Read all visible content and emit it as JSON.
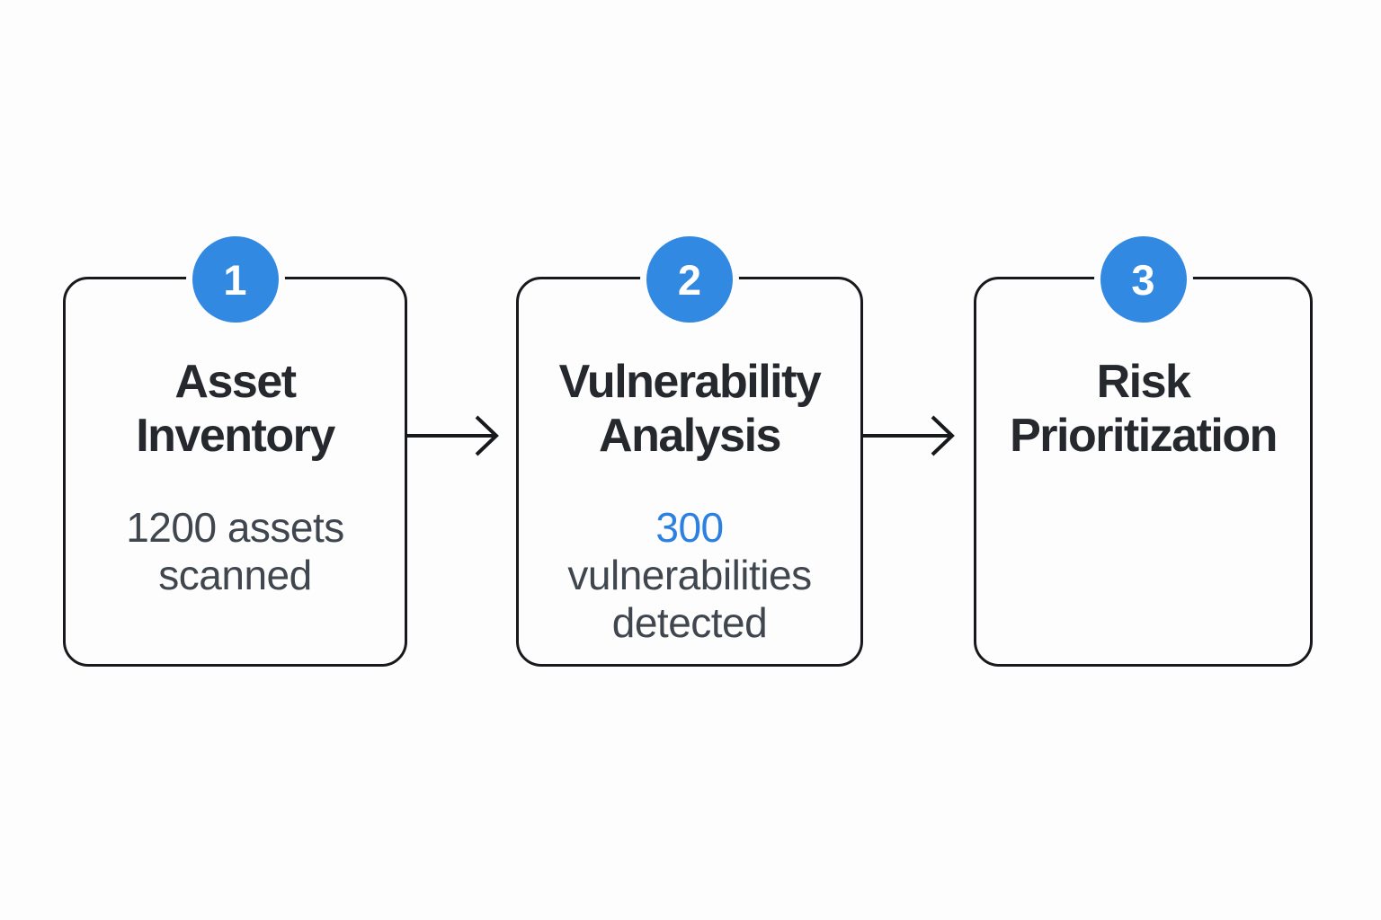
{
  "diagram": {
    "type": "flow",
    "direction": "left-to-right",
    "steps": [
      {
        "number": "1",
        "title": "Asset Inventory",
        "title_lines": [
          "Asset",
          "Inventory"
        ],
        "detail_lines": [
          "1200 assets",
          "scanned"
        ]
      },
      {
        "number": "2",
        "title": "Vulnerability Analysis",
        "title_lines": [
          "Vulnerability",
          "Analysis"
        ],
        "highlight_value": "300",
        "detail_lines": [
          "vulnerabilities",
          "detected"
        ]
      },
      {
        "number": "3",
        "title": "Risk Prioritization",
        "title_lines": [
          "Risk",
          "Prioritization"
        ]
      }
    ],
    "connectors": [
      {
        "icon": "arrow-right-icon",
        "from": "1",
        "to": "2"
      },
      {
        "icon": "arrow-right-icon",
        "from": "2",
        "to": "3"
      }
    ],
    "colors": {
      "accent_blue": "#3289e2",
      "highlight_blue": "#2c80e2",
      "title_text": "#25282d",
      "detail_text": "#3f464e",
      "border": "#17191c",
      "background": "#fdfdfe"
    }
  }
}
